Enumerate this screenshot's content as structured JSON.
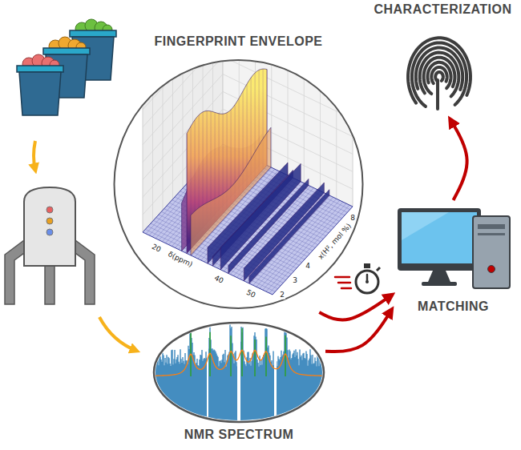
{
  "diagram": {
    "nodes": [
      {
        "text": [
          "FINGERPRINT ENVELOPE"
        ]
      },
      {
        "text": [
          "CHARACTERIZATION"
        ]
      },
      {
        "text": [
          "MATCHING"
        ]
      },
      {
        "text": [
          "NMR SPECTRUM"
        ]
      }
    ],
    "edges": [
      {
        "from": 3,
        "to": 2,
        "arrow": "to"
      },
      {
        "from": 0,
        "to": 2,
        "arrow": "to"
      },
      {
        "from": 2,
        "to": 1,
        "arrow": "to"
      }
    ],
    "labels": [
      "20",
      "δ(ppm)",
      "40",
      "50",
      "2",
      "3",
      "4",
      "8",
      "x(H², mol %)"
    ]
  }
}
